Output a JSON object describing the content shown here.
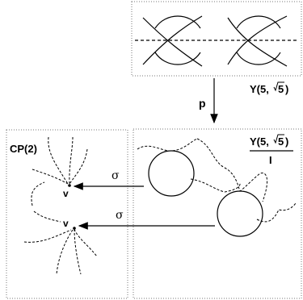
{
  "top_box": {
    "label_prefix": "Y(5,",
    "label_radical": "5",
    "label_suffix": " )"
  },
  "arrow_p": {
    "label": "p"
  },
  "right_box": {
    "label_prefix": "Y(5,",
    "label_radical": "5",
    "label_suffix": " )",
    "denominator": "I"
  },
  "left_box": {
    "label": "CP(2)",
    "point1": "v",
    "point2": "v"
  },
  "arrow_sigma_1": {
    "label": "σ"
  },
  "arrow_sigma_2": {
    "label": "σ"
  }
}
